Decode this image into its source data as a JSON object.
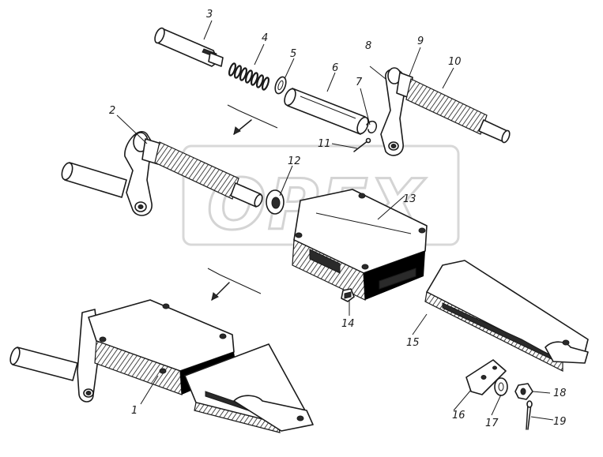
{
  "watermark": {
    "text": "OPEX"
  },
  "labels": {
    "l1": "1",
    "l2": "2",
    "l3": "3",
    "l4": "4",
    "l5": "5",
    "l6": "6",
    "l7": "7",
    "l8": "8",
    "l9": "9",
    "l10": "10",
    "l11": "11",
    "l12": "12",
    "l13": "13",
    "l14": "14",
    "l15": "15",
    "l16": "16",
    "l17": "17",
    "l18": "18",
    "l19": "19"
  }
}
